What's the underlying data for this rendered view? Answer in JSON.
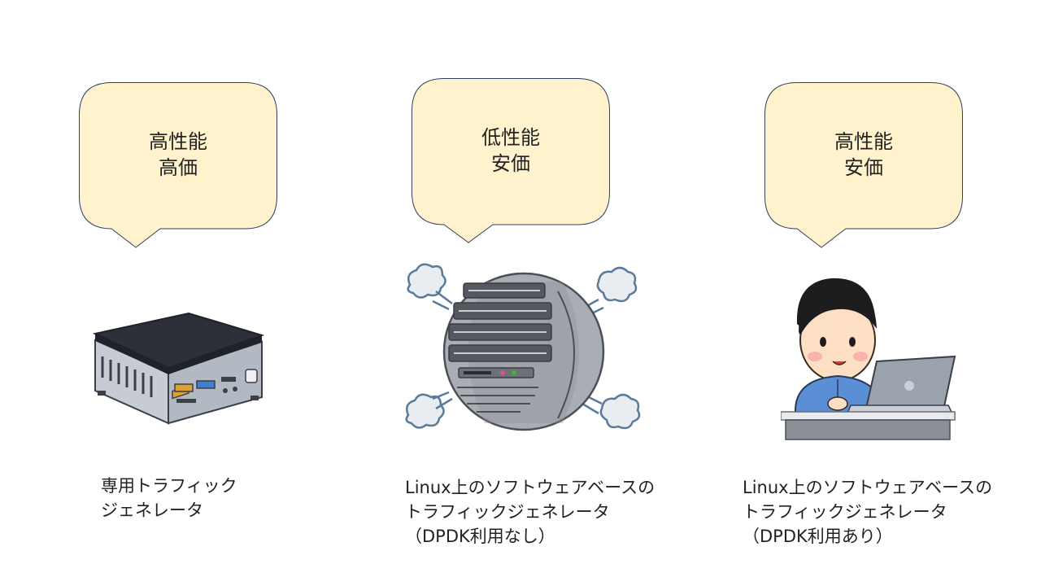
{
  "columns": [
    {
      "bubble_lines": [
        "高性能",
        "高価"
      ],
      "caption_lines": [
        "専用トラフィック",
        "ジェネレータ"
      ],
      "icon": "mini-pc-icon"
    },
    {
      "bubble_lines": [
        "低性能",
        "安価"
      ],
      "caption_lines": [
        "Linux上のソフトウェアベースの",
        "トラフィックジェネレータ",
        "（DPDK利用なし）"
      ],
      "icon": "overloaded-server-icon"
    },
    {
      "bubble_lines": [
        "高性能",
        "安価"
      ],
      "caption_lines": [
        "Linux上のソフトウェアベースの",
        "トラフィックジェネレータ",
        "（DPDK利用あり）"
      ],
      "icon": "person-laptop-icon"
    }
  ],
  "colors": {
    "bubble_fill": "#fff2cc",
    "bubble_stroke": "#2f3f5f",
    "text": "#222222"
  }
}
